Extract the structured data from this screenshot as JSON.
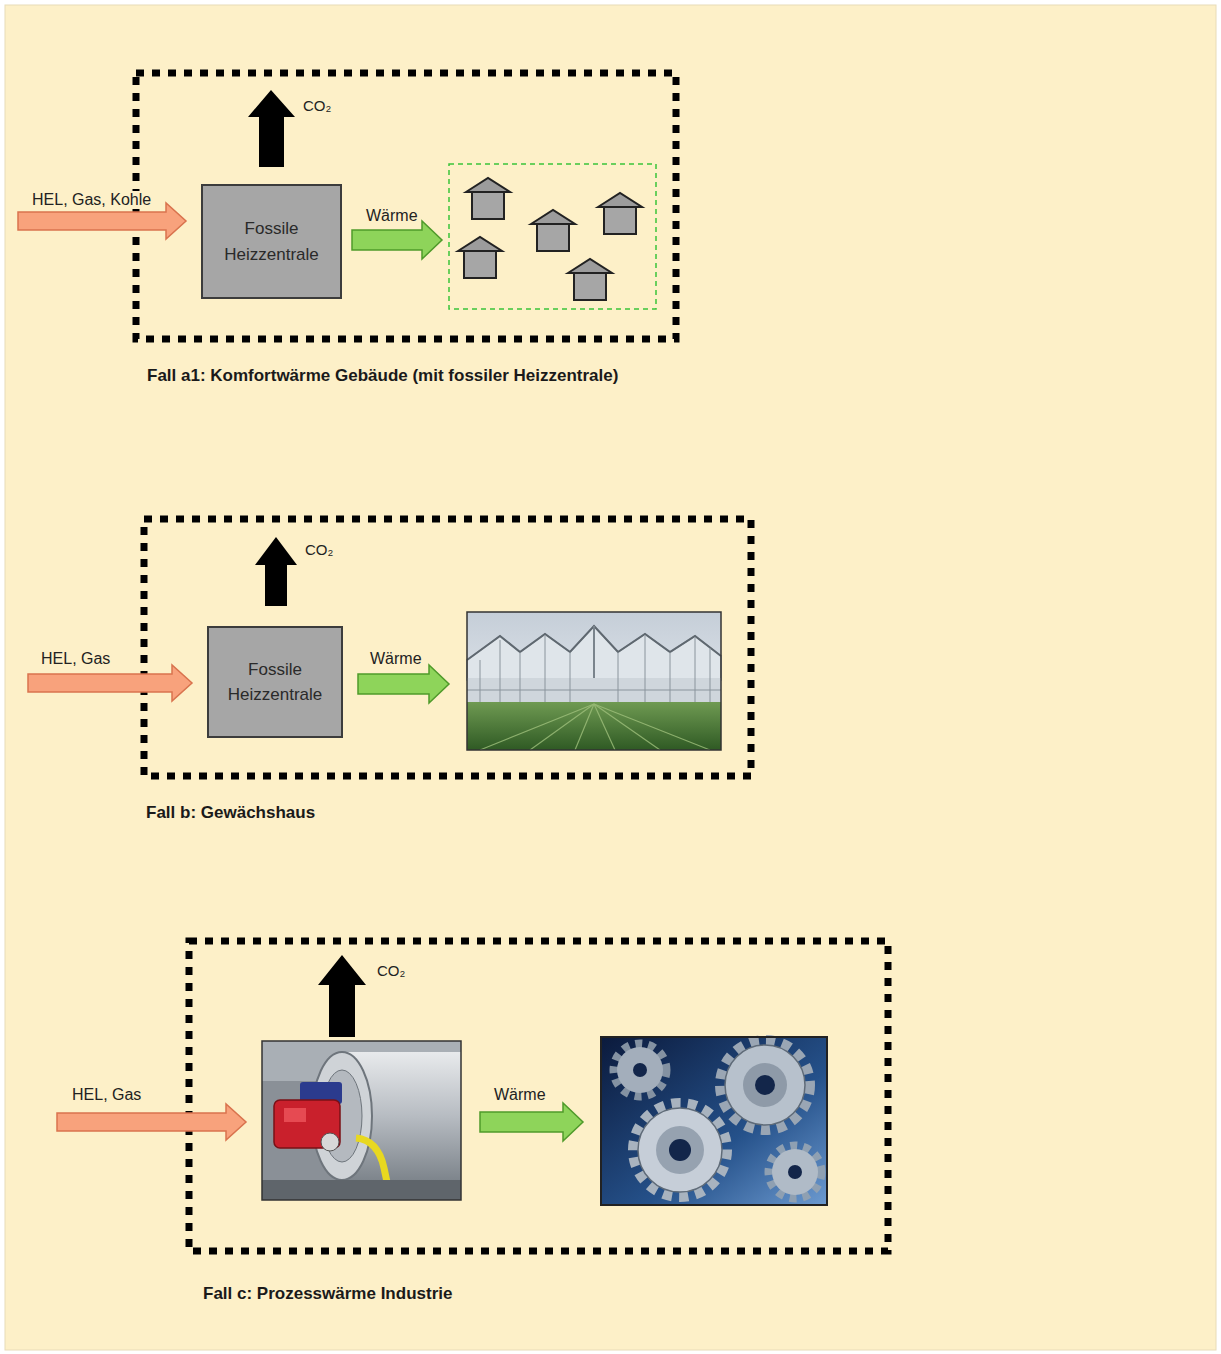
{
  "diagram": {
    "nodes": [
      {
        "text": [
          "Fall a1: Komfortwärme Gebäude (mit fossiler Heizzentrale)"
        ]
      },
      {
        "text": [
          "Fossile Heizzentrale"
        ],
        "in": 0
      },
      {
        "text": [
          "Fall b: Gewächshaus"
        ]
      },
      {
        "text": [
          "Fossile Heizzentrale"
        ],
        "in": 2
      },
      {
        "text": [
          "Fall c: Prozesswärme Industrie"
        ]
      }
    ],
    "labels": [
      "CO₂",
      "HEL, Gas, Kohle",
      "Wärme",
      "CO₂",
      "HEL, Gas",
      "Wärme",
      "CO₂",
      "HEL, Gas",
      "Wärme"
    ]
  }
}
